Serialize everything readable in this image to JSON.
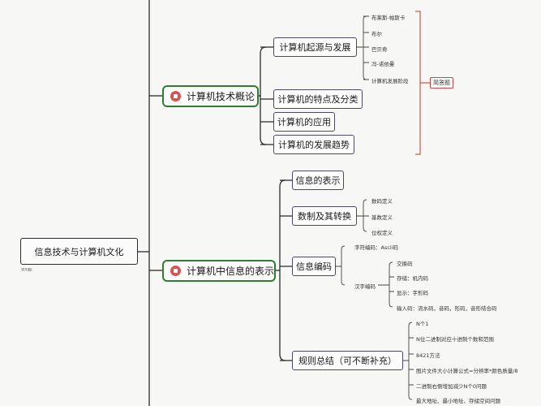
{
  "root": {
    "label": "信息技术与计算机文化",
    "watermark": "YIYiBi"
  },
  "branch_a": {
    "label": "计算机技术概论",
    "children": [
      {
        "label": "计算机起源与发展"
      },
      {
        "label": "计算机的特点及分类"
      },
      {
        "label": "计算机的应用"
      },
      {
        "label": "计算机的发展趋势"
      }
    ],
    "leaves": [
      "布莱斯-帕斯卡",
      "布尔",
      "巴贝奇",
      "冯-诺依曼",
      "计算机发展阶段"
    ],
    "tag": "简答题"
  },
  "branch_b": {
    "label": "计算机中信息的表示",
    "children": [
      {
        "label": "信息的表示"
      },
      {
        "label": "数制及其转换"
      },
      {
        "label": "信息编码"
      },
      {
        "label": "规则总结（可不断补充）"
      }
    ],
    "numeral_leaves": [
      "数码定义",
      "基数定义",
      "位权定义"
    ],
    "encoding": {
      "char": "字符编码：Ascii码",
      "hanzi": "汉字编码",
      "hanzi_leaves": [
        "交换码",
        "存储：机内码",
        "显示：字形码",
        "输入码：流水码，音码，形码，音形结合码"
      ]
    },
    "rules": [
      "N个1",
      "N位二进制对应十进制个数和范围",
      "8421方法",
      "图片文件大小计算公式=分辨率*颜色质量/8",
      "二进制右侧增加减少N个0问题",
      "最大地址、最小地址、存储空间问题"
    ]
  }
}
